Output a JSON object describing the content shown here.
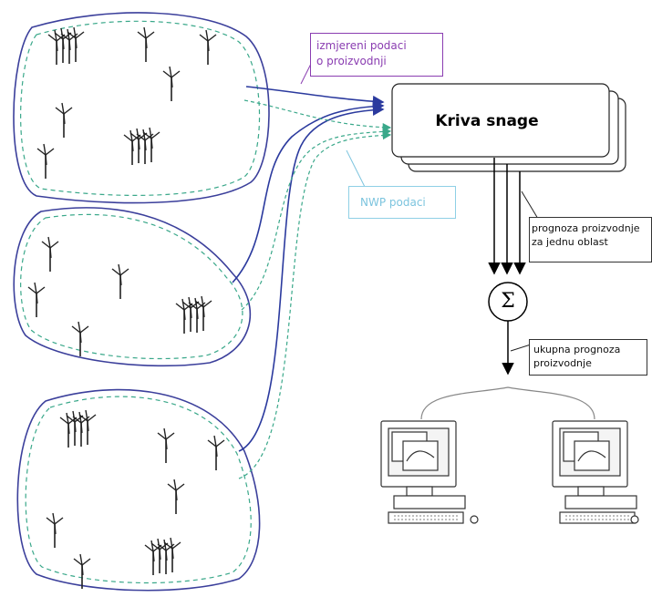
{
  "diagram": {
    "power_curve": {
      "label": "Kriva snage"
    },
    "measured_data": {
      "label_line1": "izmjereni podaci",
      "label_line2": "o proizvodnji",
      "color": "#8a3db1"
    },
    "nwp_data": {
      "label": "NWP podaci",
      "color": "#7cc4de"
    },
    "area_forecast": {
      "label_line1": "prognoza proizvodnje",
      "label_line2": "za jednu oblast"
    },
    "summation": {
      "symbol": "Σ"
    },
    "total_forecast": {
      "label_line1": "ukupna prognoza",
      "label_line2": "proizvodnje"
    },
    "colors": {
      "region_outline": "#3b3f9b",
      "nwp_dashed": "#3aa88a",
      "measured_line": "#2b3a9e"
    },
    "icons": [
      "wind-turbine-icon",
      "computer-icon",
      "summation-icon"
    ]
  }
}
